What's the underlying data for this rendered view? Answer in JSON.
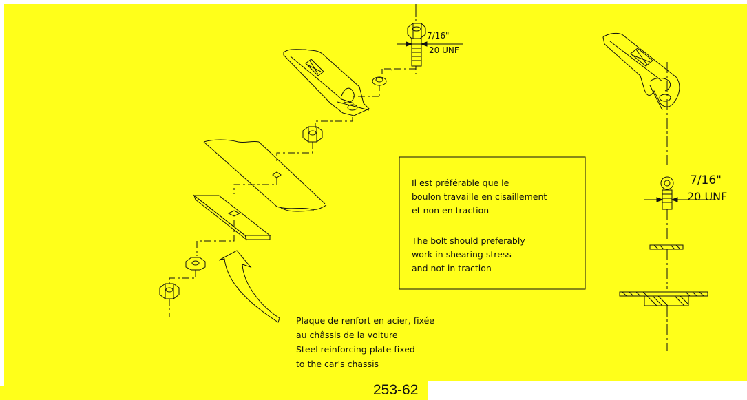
{
  "notes": {
    "shear_fr": [
      "Il est préférable que le",
      "boulon travaille en cisaillement",
      "et non en traction"
    ],
    "shear_en": [
      "The bolt should preferably",
      "work in shearing stress",
      "and not in traction"
    ],
    "plate_fr": [
      "Plaque de renfort en acier, fixée",
      "au châssis de la voiture"
    ],
    "plate_en": [
      "Steel reinforcing plate fixed",
      "to the car's chassis"
    ]
  },
  "dimensions": {
    "top_bolt": {
      "diameter": "7/16\"",
      "thread": "20 UNF"
    },
    "side_bolt": {
      "diameter": "7/16\"",
      "thread": "20 UNF"
    }
  },
  "figure_number": "253-62",
  "colors": {
    "sheet_background": "#ffff1a",
    "line_color": "#111111"
  }
}
